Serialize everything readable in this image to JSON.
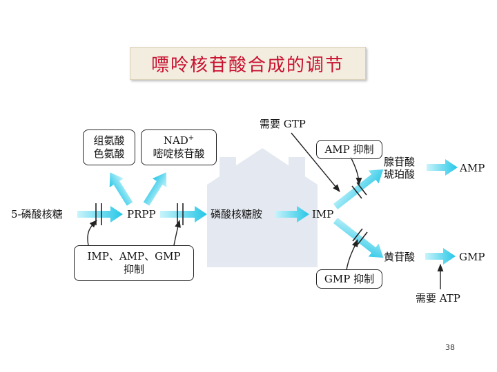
{
  "title": "嘌呤核苷酸合成的调节",
  "nodes": {
    "r5p": "5-磷酸核糖",
    "prpp": "PRPP",
    "pra": "磷酸核糖胺",
    "imp": "IMP",
    "adenylosuccinate_1": "腺苷酸",
    "adenylosuccinate_2": "琥珀酸",
    "amp": "AMP",
    "xmp": "黄苷酸",
    "gmp": "GMP"
  },
  "boxes": {
    "amino_acids_1": "组氨酸",
    "amino_acids_2": "色氨酸",
    "nad": "NAD",
    "nad_sup": "+",
    "pyrimidine": "嘧啶核苷酸",
    "feedback_1": "IMP、AMP、GMP",
    "feedback_2": "抑制",
    "amp_inhibit": "AMP 抑制",
    "gmp_inhibit": "GMP 抑制"
  },
  "annotations": {
    "needs_gtp": "需要 GTP",
    "needs_atp": "需要 ATP"
  },
  "page_number": "38",
  "colors": {
    "title": "#c8102e",
    "arrow_light": "#c8f4fb",
    "arrow_dark": "#25c6e6",
    "line": "#222222"
  }
}
